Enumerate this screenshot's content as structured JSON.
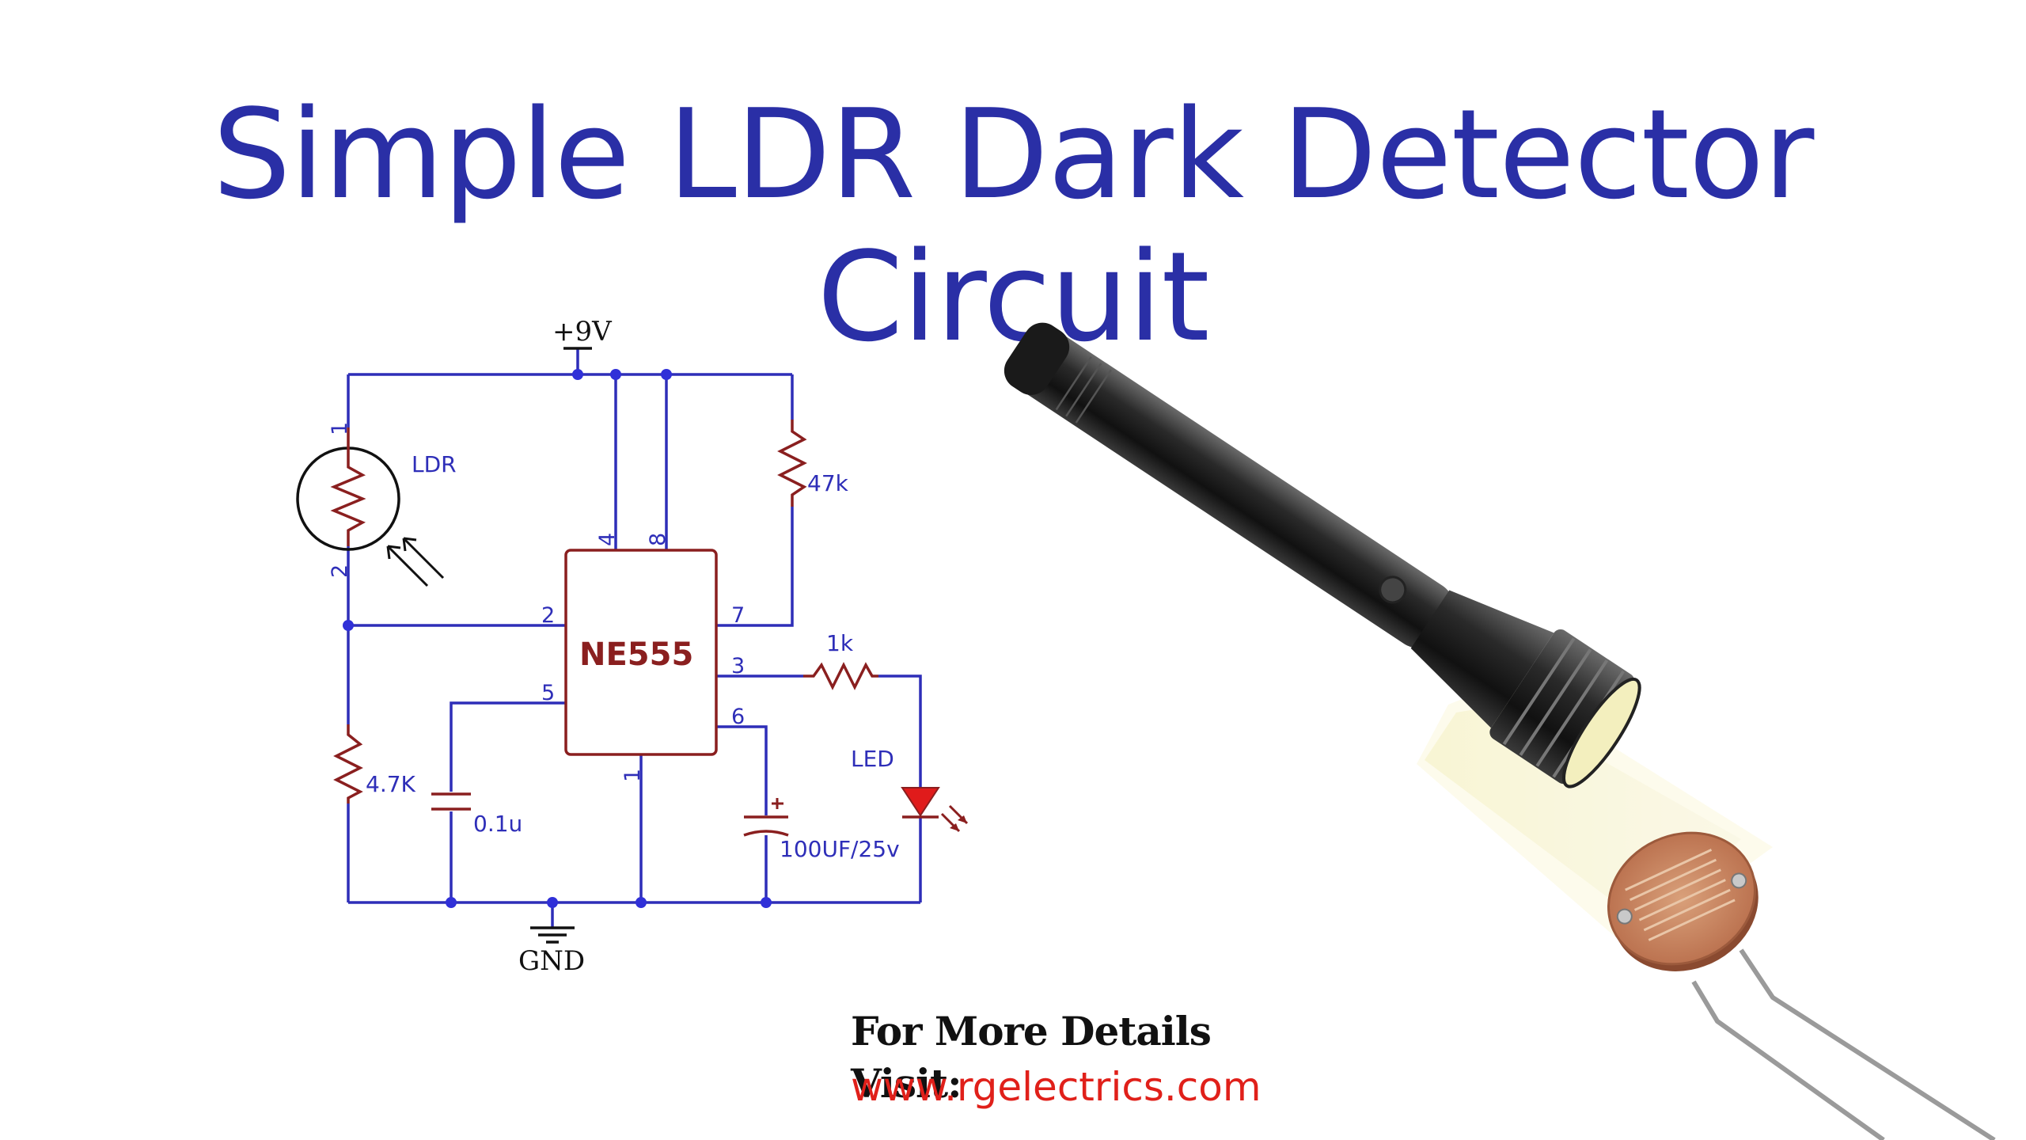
{
  "title": "Simple LDR Dark Detector Circuit",
  "schematic": {
    "supply_label": "+9V",
    "ground_label": "GND",
    "ic_label": "NE555",
    "ldr_label": "LDR",
    "ldr_pins": [
      "1",
      "2"
    ],
    "r_top_label": "47k",
    "r_bottom_label": "4.7K",
    "r_out_label": "1k",
    "c_ctrl_label": "0.1u",
    "c_timing_label": "100UF/25v",
    "led_label": "LED",
    "pins": {
      "p4": "4",
      "p8": "8",
      "p2": "2",
      "p7": "7",
      "p3": "3",
      "p5": "5",
      "p6": "6",
      "p1": "1"
    }
  },
  "footer": {
    "visit_label": "For More Details Visit:",
    "url": "www.rgelectrics.com"
  },
  "colors": {
    "title": "#2a2fa6",
    "wire": "#2e2eb8",
    "component": "#8a1f1f",
    "url": "#e0201a"
  },
  "illustration": {
    "items": [
      "flashlight",
      "light-beam",
      "ldr-photoresistor"
    ]
  }
}
